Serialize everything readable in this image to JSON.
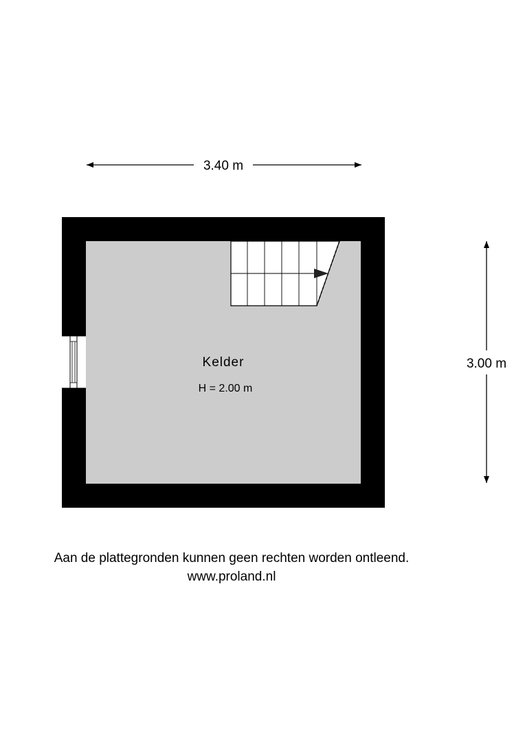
{
  "dimensions": {
    "width_label": "3.40 m",
    "height_label": "3.00 m"
  },
  "room": {
    "name": "Kelder",
    "height": "H = 2.00 m"
  },
  "footer": {
    "disclaimer": "Aan de plattegronden kunnen geen rechten worden ontleend.",
    "website": "www.proland.nl"
  },
  "colors": {
    "wall": "#000000",
    "floor": "#cccccc",
    "stair_fill": "#ffffff"
  }
}
